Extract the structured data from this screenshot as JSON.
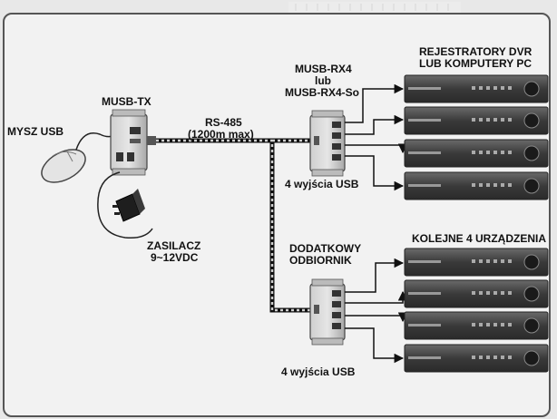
{
  "labels": {
    "mouse": "MYSZ USB",
    "tx": "MUSB-TX",
    "power_1": "ZASILACZ",
    "power_2": "9~12VDC",
    "cable_1": "RS-485",
    "cable_2": "(1200m max)",
    "rx_1": "MUSB-RX4",
    "rx_2": "lub",
    "rx_3": "MUSB-RX4-So",
    "outputs_top": "4 wyjścia USB",
    "dvr_1": "REJESTRATORY DVR",
    "dvr_2": "LUB KOMPUTERY PC",
    "extra_1": "DODATKOWY",
    "extra_2": "ODBIORNIK",
    "outputs_bottom": "4 wyjścia USB",
    "more": "KOLEJNE 4 URZĄDZENIA"
  },
  "colors": {
    "frame": "#555555",
    "background": "#f2f2f2",
    "device": "#4a4a4a",
    "wire": "#111111"
  }
}
